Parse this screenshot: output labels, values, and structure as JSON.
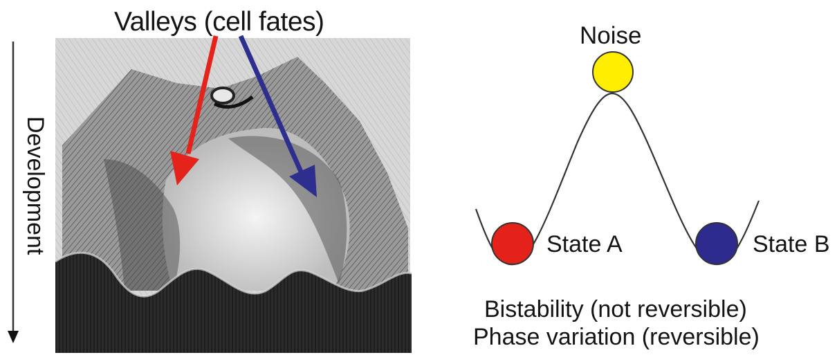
{
  "left_panel": {
    "title": "Valleys (cell fates)",
    "axis_label": "Development",
    "colors": {
      "red_arrow": "#e4231b",
      "blue_arrow": "#2e2e8f"
    }
  },
  "right_panel": {
    "noise_label": "Noise",
    "state_a_label": "State A",
    "state_b_label": "State B",
    "caption_line_1": "Bistability (not reversible)",
    "caption_line_2": "Phase variation (reversible)",
    "colors": {
      "noise_ball": "#ffee00",
      "state_a_ball": "#e3231b",
      "state_b_ball": "#2d2c8e"
    }
  }
}
